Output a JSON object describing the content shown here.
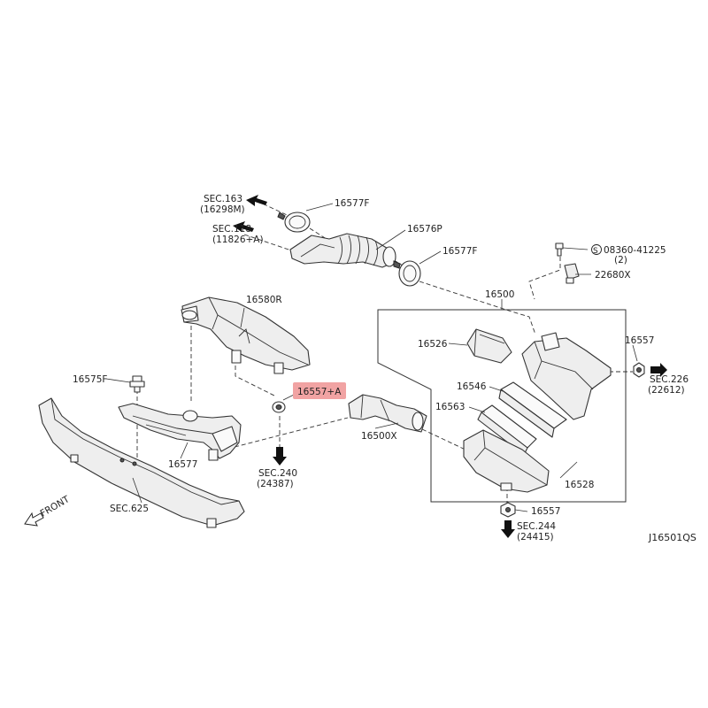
{
  "diagram_id": "J16501QS",
  "front_label": "FRONT",
  "highlight_color": "#f1a3a3",
  "callouts": {
    "p16577F_top": "16577F",
    "p16576P": "16576P",
    "p16577F_mid": "16577F",
    "p16580R": "16580R",
    "p16575F": "16575F",
    "p16557A": "16557+A",
    "p16577": "16577",
    "p16500X": "16500X",
    "p16500": "16500",
    "p16526": "16526",
    "p16546": "16546",
    "p16563": "16563",
    "p16528": "16528",
    "p16557_right": "16557",
    "p16557_bottom": "16557",
    "p22680X": "22680X",
    "s08360": "08360-41225",
    "s08360_qty": "(2)",
    "s_symbol": "S"
  },
  "section_refs": {
    "sec163": {
      "label": "SEC.163",
      "code": "(16298M)"
    },
    "sec118": {
      "label": "SEC.118",
      "code": "(11826+A)"
    },
    "sec240": {
      "label": "SEC.240",
      "code": "(24387)"
    },
    "sec625": {
      "label": "SEC.625"
    },
    "sec226": {
      "label": "SEC.226",
      "code": "(22612)"
    },
    "sec244": {
      "label": "SEC.244",
      "code": "(24415)"
    }
  }
}
